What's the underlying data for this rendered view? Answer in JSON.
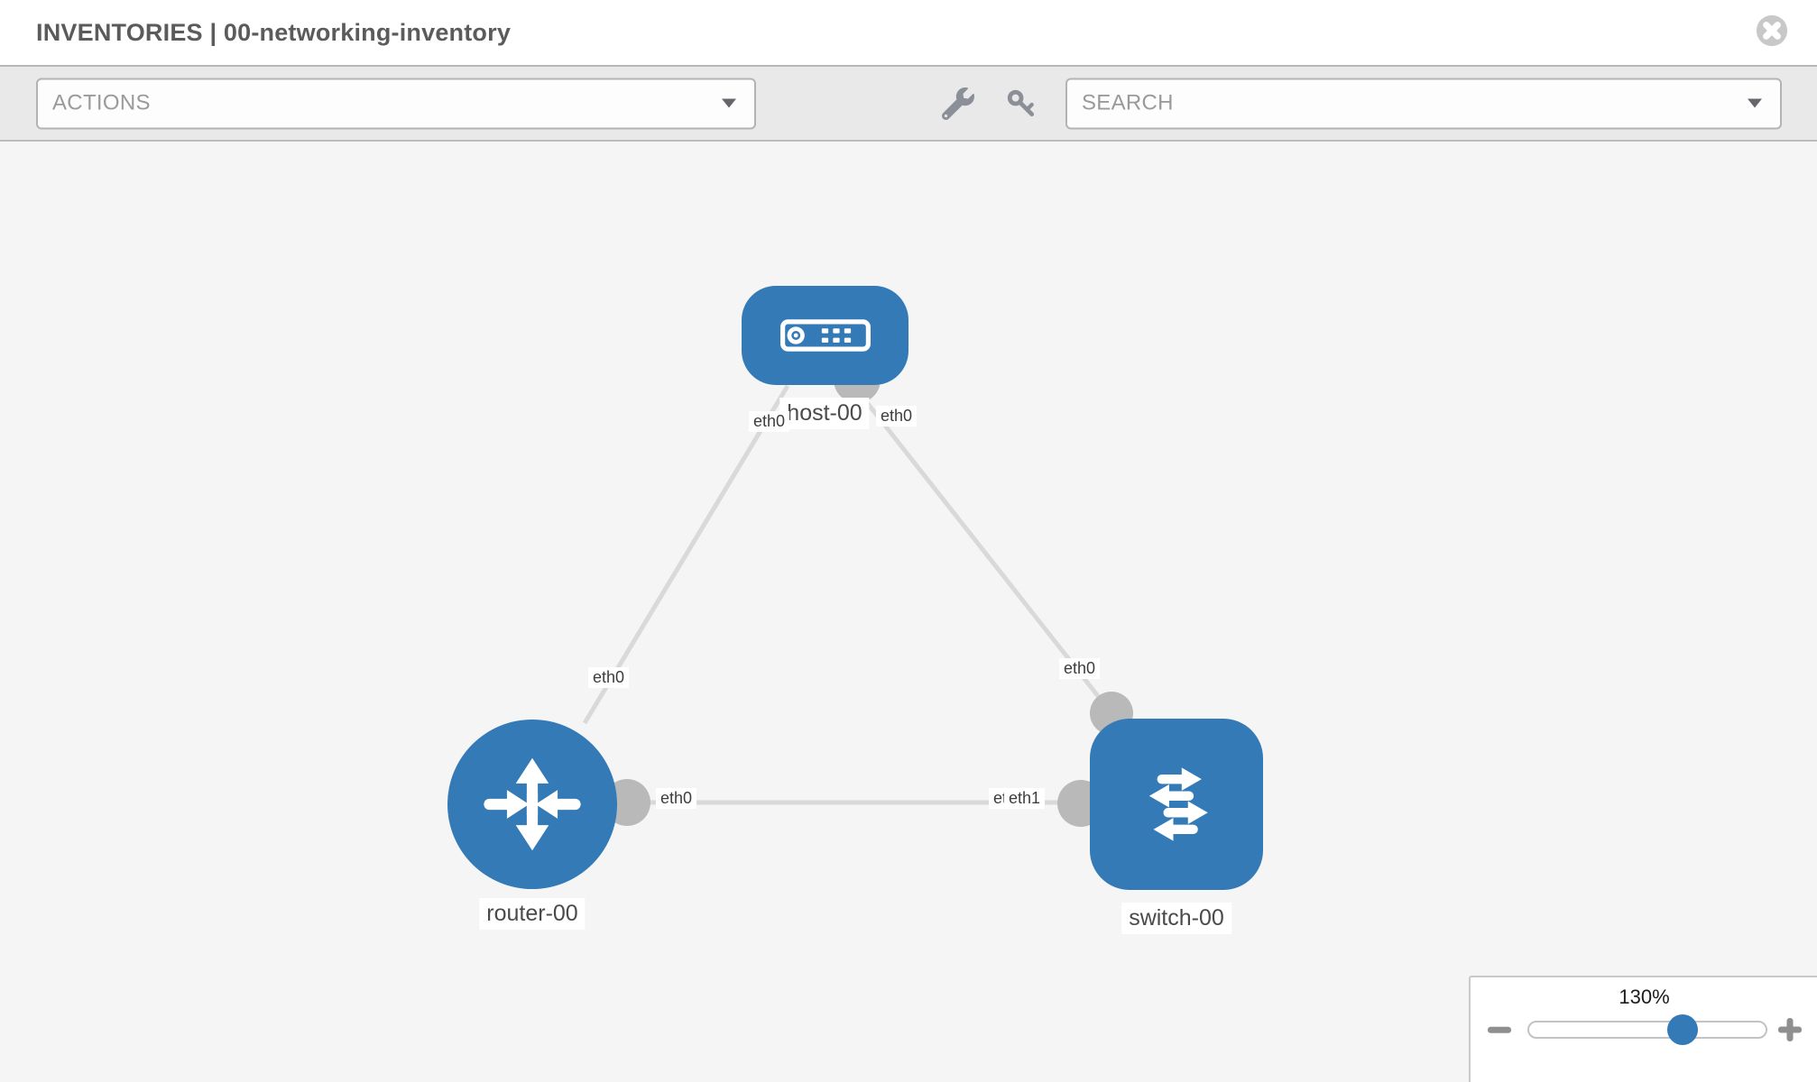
{
  "header": {
    "title": "INVENTORIES | 00-networking-inventory"
  },
  "toolbar": {
    "actions_placeholder": "ACTIONS",
    "search_placeholder": "SEARCH"
  },
  "topology": {
    "nodes": [
      {
        "id": "host-00",
        "type": "host",
        "label": "host-00"
      },
      {
        "id": "router-00",
        "type": "router",
        "label": "router-00"
      },
      {
        "id": "switch-00",
        "type": "switch",
        "label": "switch-00"
      }
    ],
    "links": [
      {
        "from": "host-00",
        "to": "router-00"
      },
      {
        "from": "host-00",
        "to": "switch-00"
      },
      {
        "from": "router-00",
        "to": "switch-00"
      }
    ],
    "interface_labels": {
      "host_left": "eth0",
      "host_right": "eth0",
      "router_to_host": "eth0",
      "router_to_switch": "eth0",
      "switch_to_host": "eth0",
      "switch_to_router_back": "eth0",
      "switch_to_router_front": "eth1"
    }
  },
  "zoom_control": {
    "level": "130%"
  },
  "icons": {
    "header": [
      "close-icon"
    ],
    "toolbar": [
      "chevron-down-icon",
      "wrench-icon",
      "key-icon"
    ],
    "nodes": [
      "host-icon",
      "router-icon",
      "switch-icon"
    ],
    "zoom": [
      "minus-icon",
      "plus-icon"
    ]
  },
  "colors": {
    "node_fill": "#337ab7",
    "link": "#d9d9d9",
    "connector": "#b9b9b9",
    "canvas_bg": "#f5f5f5",
    "toolbar_bg": "#e9e9e9",
    "slider_thumb": "#337ab7",
    "close_button_bg": "#c8c8c8",
    "title_text": "#5b5b5b"
  }
}
